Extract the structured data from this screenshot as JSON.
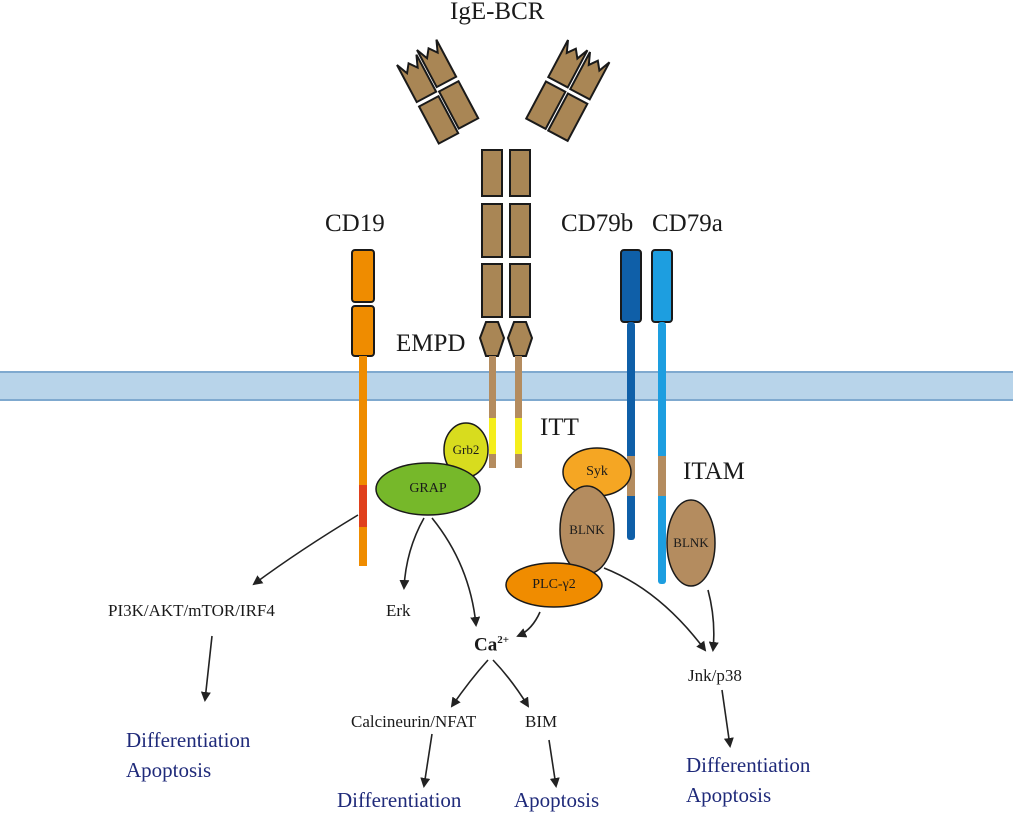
{
  "labels": {
    "ige_bcr": "IgE-BCR",
    "cd19": "CD19",
    "cd79b": "CD79b",
    "cd79a": "CD79a",
    "empd": "EMPD",
    "itt": "ITT",
    "itam": "ITAM"
  },
  "molecules": {
    "grb2": "Grb2",
    "grap": "GRAP",
    "syk": "Syk",
    "blnk_left": "BLNK",
    "blnk_right": "BLNK",
    "plc": "PLC-γ2"
  },
  "pathways": {
    "pi3k": "PI3K/AKT/mTOR/IRF4",
    "erk": "Erk",
    "ca": "Ca",
    "ca_sup": "2+",
    "calcineurin": "Calcineurin/NFAT",
    "bim": "BIM",
    "jnk": "Jnk/p38"
  },
  "outcomes": {
    "left_line1": "Differentiation",
    "left_line2": "Apoptosis",
    "center_diff": "Differentiation",
    "center_apop": "Apoptosis",
    "right_line1": "Differentiation",
    "right_line2": "Apoptosis"
  },
  "colors": {
    "antibody": "#a98655",
    "cd19": "#ef8c00",
    "cd19_motif": "#e0401c",
    "cd79b": "#0f5fa8",
    "cd79a": "#1d9ee0",
    "itt_motif": "#f5ee1c",
    "grb2": "#d8dc1e",
    "grap": "#76b82a",
    "syk": "#f5a623",
    "blnk": "#b48c5f",
    "plc": "#f08c00",
    "membrane": "#b8d4ea",
    "outcome_text": "#1f2a7a"
  }
}
